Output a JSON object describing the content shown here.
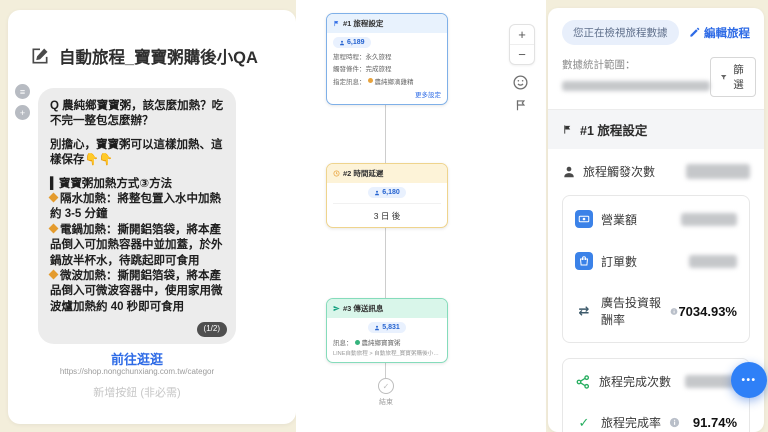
{
  "colors": {
    "accent_blue": "#2e6be6",
    "node1_border": "#7fb0e8",
    "node2_border": "#efd48d",
    "node3_border": "#85dcbb",
    "success_green": "#27ae60",
    "bullet_orange": "#e49b2d",
    "page_background": "#f3eedb"
  },
  "icons": {
    "check": "✓",
    "roas_arrows": "⇄",
    "list_glyph": "≡",
    "plus_glyph": "+"
  },
  "left_panel": {
    "title": "自動旅程_寶寶粥購後小QA",
    "bubble": {
      "question": "Q 農純鄉寶寶粥，該怎麼加熱？吃不完一整包怎麼辦？",
      "intro": "別擔心，寶寶粥可以這樣加熱、這樣保存",
      "intro_emoji": "👇👇",
      "section_title": "▍寶寶粥加熱方式③方法",
      "methods": [
        "隔水加熱：將整包置入水中加熱約 3-5 分鐘",
        "電鍋加熱：撕開鋁箔袋，將本產品倒入可加熱容器中並加蓋，於外鍋放半杯水，待跳起即可食用",
        "微波加熱：撕開鋁箔袋，將本產品倒入可微波容器中，使用家用微波爐加熱約 40 秒即可食用"
      ],
      "pagination": "(1/2)"
    },
    "button_preview": {
      "label": "前往逛逛",
      "url": "https://shop.nongchunxiang.com.tw/categor",
      "add_button_hint": "新增按鈕 (非必需)"
    }
  },
  "canvas": {
    "node1": {
      "title": "#1 旅程設定",
      "audience": "6,189",
      "row1": "旅程時程：永久旅程",
      "row2": "觸發條件：完成旅程",
      "row3_label": "指定訊息：",
      "row3_value": "農純鄉滴雞精",
      "more_link": "更多設定"
    },
    "node2": {
      "title": "#2 時間延遲",
      "audience": "6,180",
      "delay": "3 日 後"
    },
    "node3": {
      "title": "#3 傳送訊息",
      "audience": "5,831",
      "row1_label": "訊息：",
      "row1_value": "農純鄉寶寶粥",
      "row2": "LINE自動旅程 > 自動旅程_寶寶粥購後小QA"
    },
    "end_label": "結束",
    "toolbar": {
      "zoom_in": "+",
      "zoom_out": "−"
    }
  },
  "right_panel": {
    "status_pill": "您正在檢視旅程數據",
    "edit_link": "編輯旅程",
    "stats_range_label": "數據統計範圍：",
    "filter_button": "篩選",
    "section_title": "#1 旅程設定",
    "metrics": {
      "triggers_label": "旅程觸發次數",
      "revenue_label": "營業額",
      "orders_label": "訂單數",
      "roas_label": "廣告投資報酬率",
      "roas_value": "7034.93%",
      "completions_label": "旅程完成次數",
      "completion_rate_label": "旅程完成率",
      "completion_rate_value": "91.74%"
    }
  },
  "floating_button": "•••"
}
